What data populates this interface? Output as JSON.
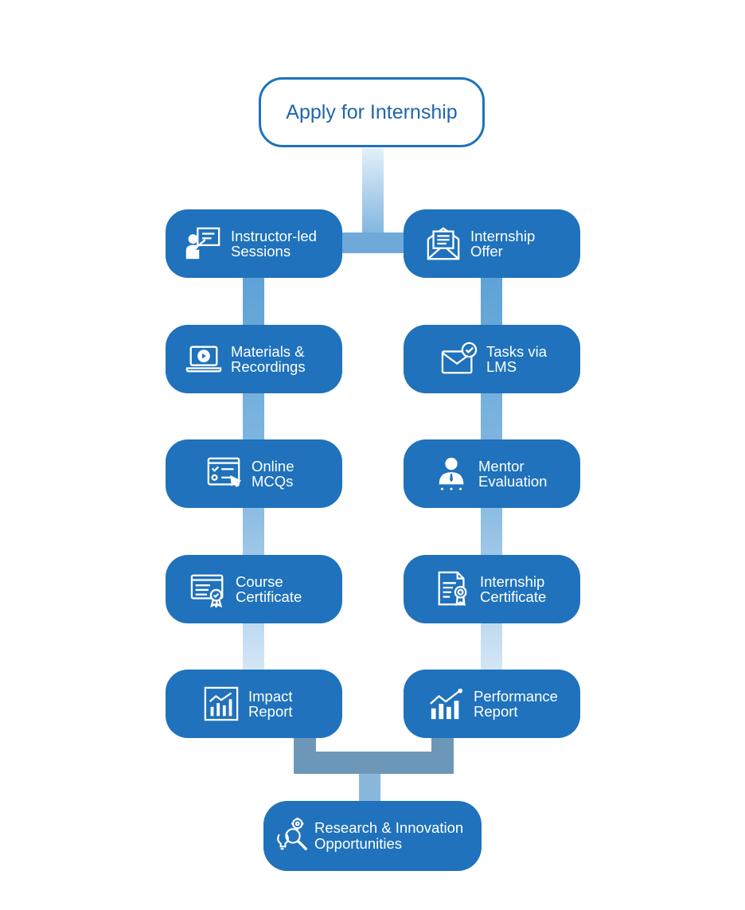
{
  "start": {
    "label": "Apply for Internship"
  },
  "left_column": [
    {
      "line1": "Instructor-led",
      "line2": "Sessions",
      "icon": "instructor-icon"
    },
    {
      "line1": "Materials &",
      "line2": "Recordings",
      "icon": "laptop-video-icon"
    },
    {
      "line1": "Online",
      "line2": "MCQs",
      "icon": "quiz-icon"
    },
    {
      "line1": "Course",
      "line2": "Certificate",
      "icon": "certificate-icon"
    },
    {
      "line1": "Impact",
      "line2": "Report",
      "icon": "chart-icon"
    }
  ],
  "right_column": [
    {
      "line1": "Internship",
      "line2": "Offer",
      "icon": "envelope-letter-icon"
    },
    {
      "line1": "Tasks via",
      "line2": "LMS",
      "icon": "mail-check-icon"
    },
    {
      "line1": "Mentor",
      "line2": "Evaluation",
      "icon": "mentor-icon"
    },
    {
      "line1": "Internship",
      "line2": "Certificate",
      "icon": "document-badge-icon"
    },
    {
      "line1": "Performance",
      "line2": "Report",
      "icon": "chart-icon"
    }
  ],
  "end": {
    "line1": "Research & Innovation",
    "line2": "Opportunities",
    "icon": "research-icon"
  },
  "colors": {
    "node": "#1f72bb",
    "connector_light": "#d4e6f5",
    "connector_mid": "#6aa9d8",
    "connector_dark": "#6d97b8"
  }
}
